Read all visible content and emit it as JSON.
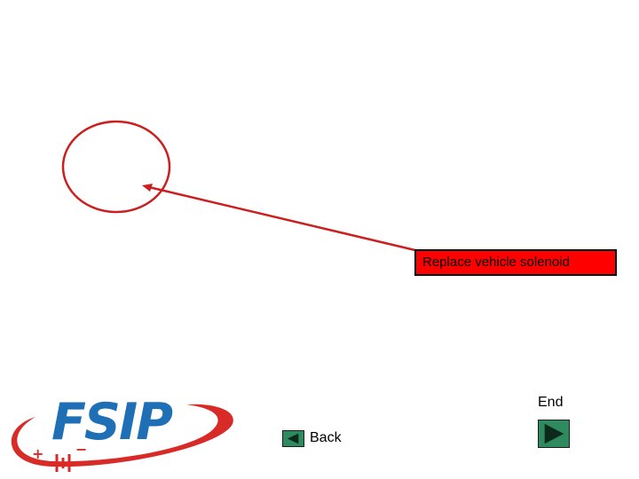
{
  "callout": {
    "text": "Replace vehicle solenoid"
  },
  "logo": {
    "text": "FSIP",
    "plus_symbol": "+",
    "minus_symbol": "−"
  },
  "navigation": {
    "back_label": "Back",
    "end_label": "End"
  },
  "icons": {
    "back": "triangle-left-icon",
    "end": "triangle-right-icon"
  },
  "colors": {
    "annotation": "#cc1f1f",
    "callout_fill": "#ff0000",
    "logo_blue": "#1f6fb6",
    "logo_red": "#d82a27",
    "nav_button": "#2f8b5f"
  }
}
